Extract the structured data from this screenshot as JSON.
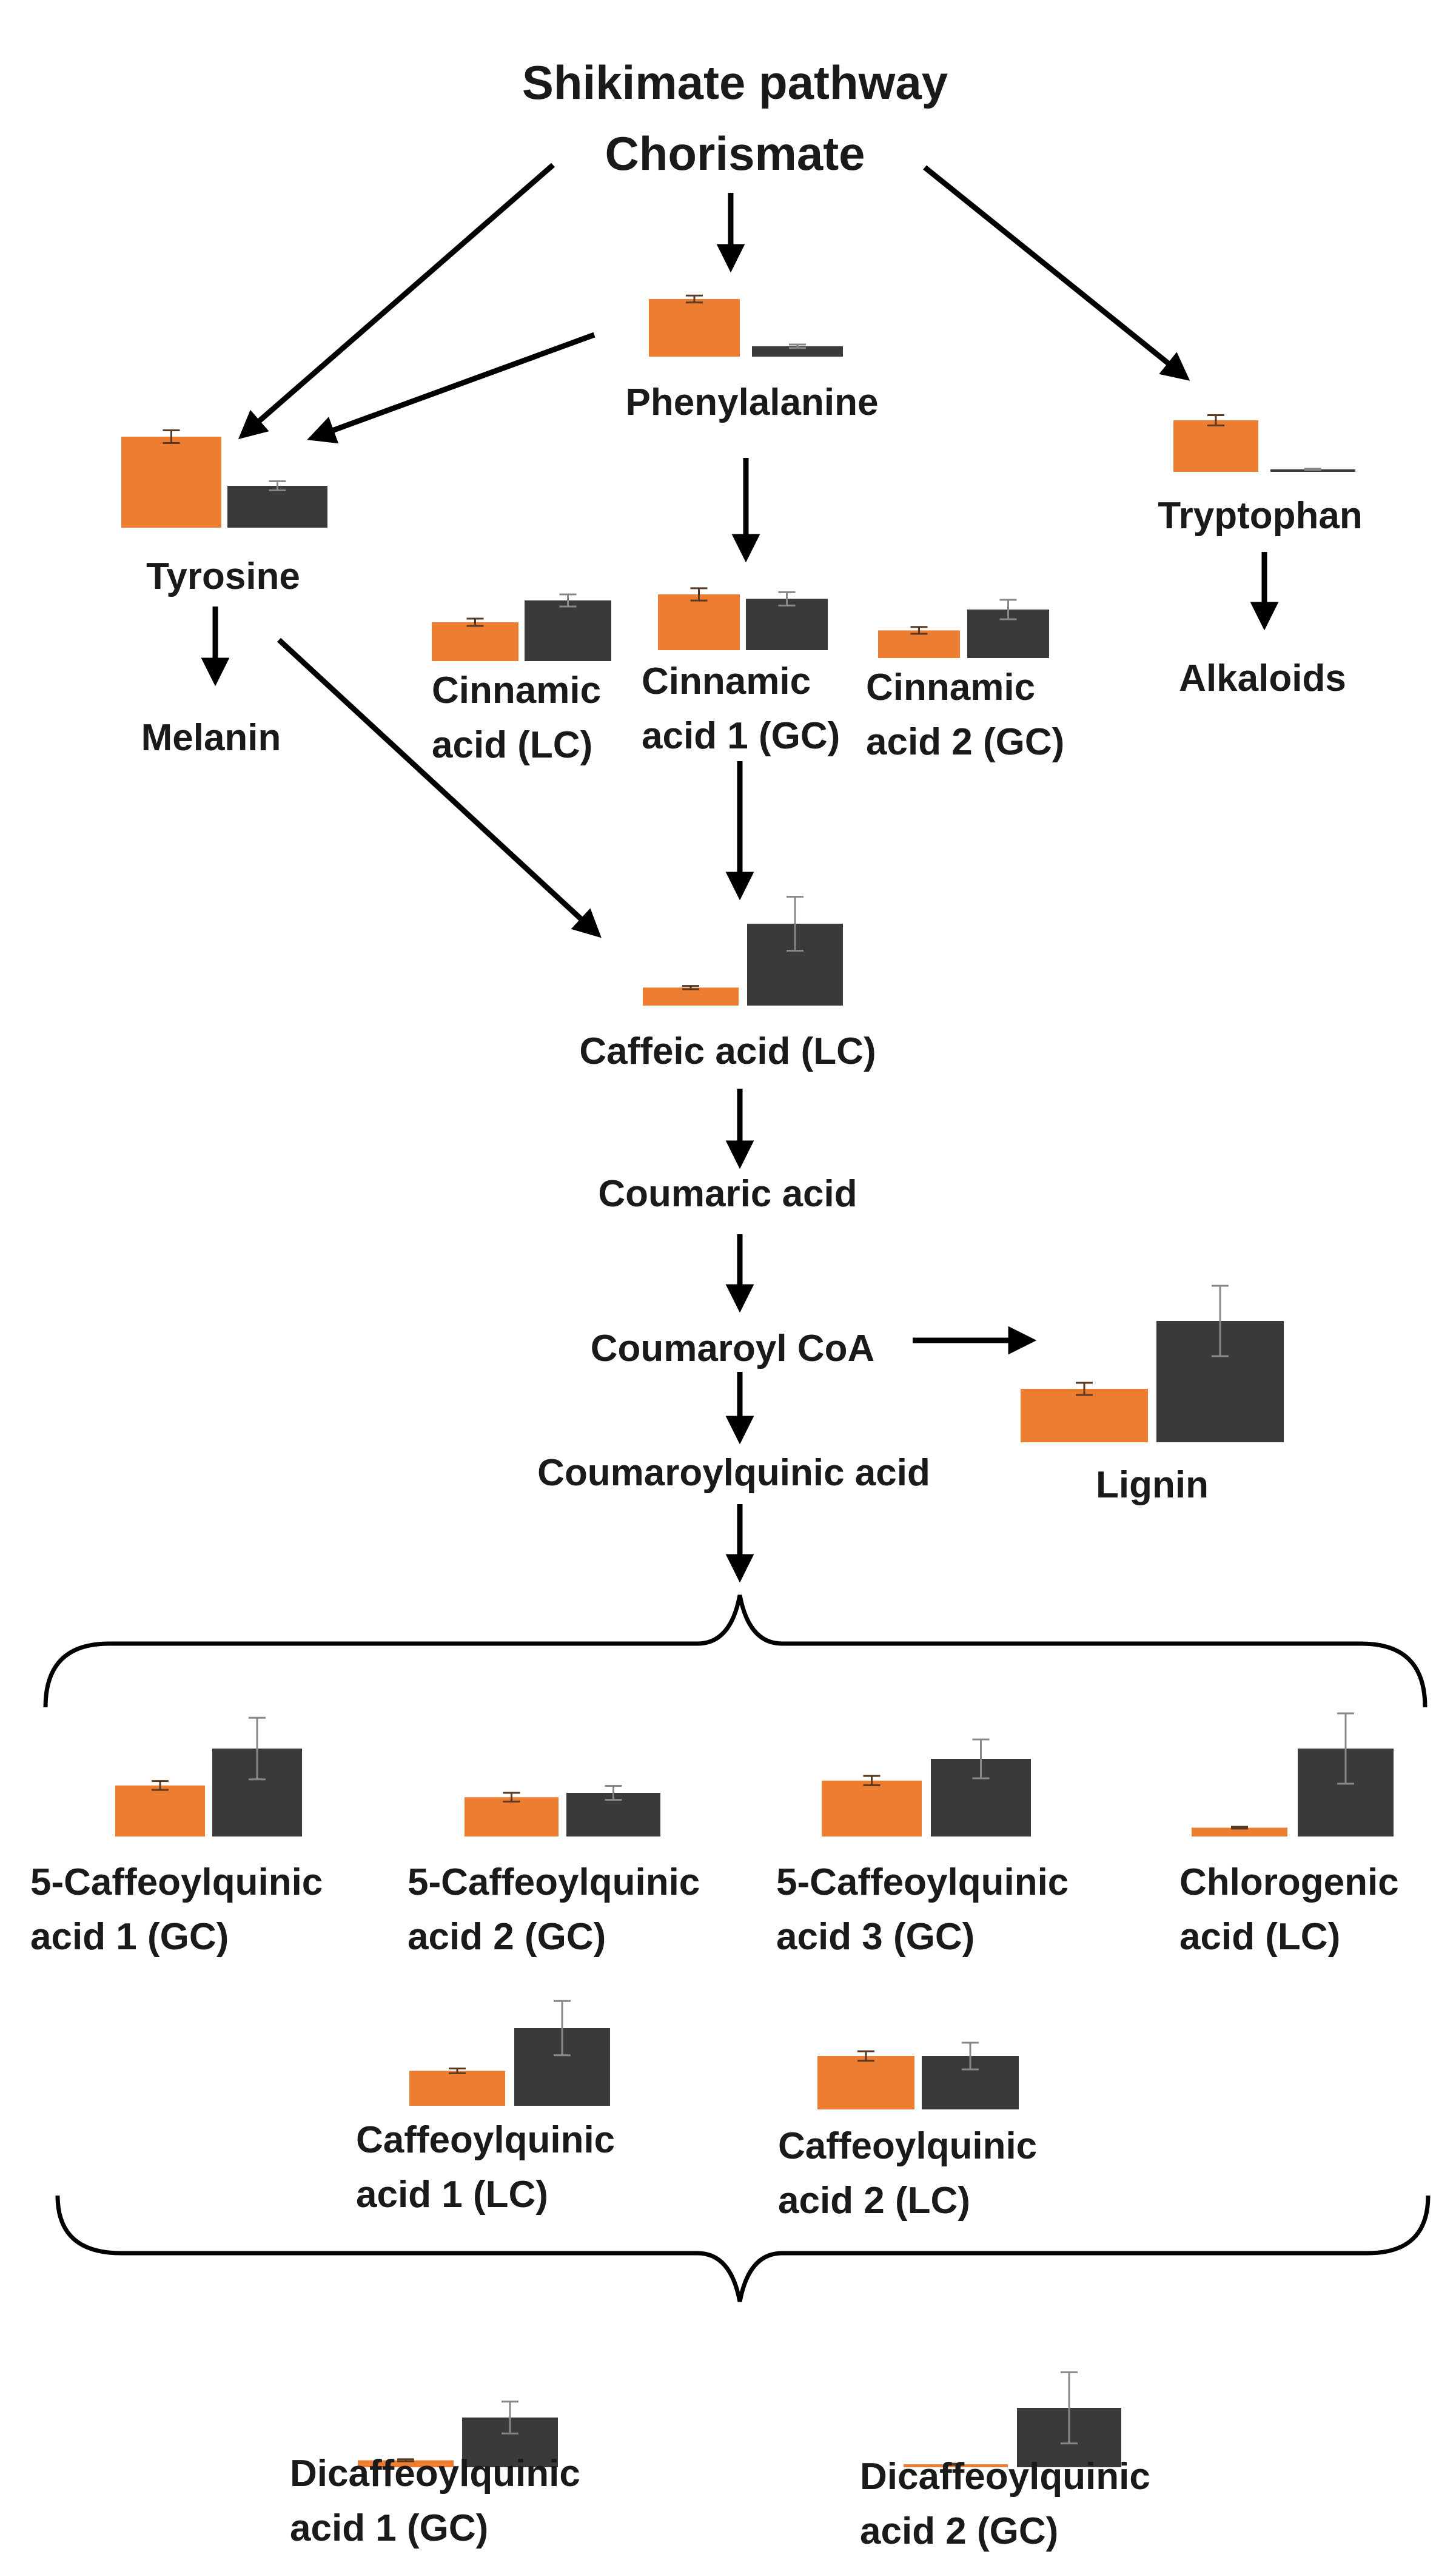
{
  "header": {
    "line1": "Shikimate pathway",
    "line2": "Chorismate"
  },
  "colors": {
    "bar_a": "#ED7D31",
    "bar_b": "#3A3A3A",
    "arrow": "#000000",
    "text": "#1a1a1a"
  },
  "labels": {
    "phenylalanine": "Phenylalanine",
    "tyrosine": "Tyrosine",
    "tryptophan": "Tryptophan",
    "melanin": "Melanin",
    "alkaloids": "Alkaloids",
    "cinnamic_lc_1": "Cinnamic",
    "cinnamic_lc_2": "acid (LC)",
    "cinnamic_gc1_1": "Cinnamic",
    "cinnamic_gc1_2": "acid 1 (GC)",
    "cinnamic_gc2_1": "Cinnamic",
    "cinnamic_gc2_2": "acid 2 (GC)",
    "caffeic": "Caffeic acid (LC)",
    "coumaric": "Coumaric acid",
    "coumaroyl_coa": "Coumaroyl CoA",
    "coumaroylquinic": "Coumaroylquinic acid",
    "lignin": "Lignin",
    "cq5_1_a": "5-Caffeoylquinic",
    "cq5_1_b": "acid 1 (GC)",
    "cq5_2_a": "5-Caffeoylquinic",
    "cq5_2_b": "acid 2 (GC)",
    "cq5_3_a": "5-Caffeoylquinic",
    "cq5_3_b": "acid 3 (GC)",
    "chlorogenic_a": "Chlorogenic",
    "chlorogenic_b": "acid (LC)",
    "cql1_a": "Caffeoylquinic",
    "cql1_b": "acid 1 (LC)",
    "cql2_a": "Caffeoylquinic",
    "cql2_b": "acid 2 (LC)",
    "dcq1_a": "Dicaffeoylquinic",
    "dcq1_b": "acid 1 (GC)",
    "dcq2_a": "Dicaffeoylquinic",
    "dcq2_b": "acid 2 (GC)"
  },
  "chart_data": [
    {
      "type": "bar",
      "metabolite": "Phenylalanine",
      "values": [
        1.0,
        0.18
      ],
      "errors": [
        0.06,
        0.03
      ]
    },
    {
      "type": "bar",
      "metabolite": "Tyrosine",
      "values": [
        1.0,
        0.46
      ],
      "errors": [
        0.07,
        0.05
      ]
    },
    {
      "type": "bar",
      "metabolite": "Tryptophan",
      "values": [
        1.0,
        0.05
      ],
      "errors": [
        0.1,
        0.01
      ]
    },
    {
      "type": "bar",
      "metabolite": "Cinnamic acid (LC)",
      "values": [
        0.64,
        1.0
      ],
      "errors": [
        0.06,
        0.1
      ]
    },
    {
      "type": "bar",
      "metabolite": "Cinnamic acid 1 (GC)",
      "values": [
        1.0,
        0.92
      ],
      "errors": [
        0.11,
        0.12
      ]
    },
    {
      "type": "bar",
      "metabolite": "Cinnamic acid 2 (GC)",
      "values": [
        0.57,
        1.0
      ],
      "errors": [
        0.07,
        0.2
      ]
    },
    {
      "type": "bar",
      "metabolite": "Caffeic acid (LC)",
      "values": [
        0.22,
        1.0
      ],
      "errors": [
        0.02,
        0.33
      ]
    },
    {
      "type": "bar",
      "metabolite": "Lignin",
      "values": [
        0.44,
        1.0
      ],
      "errors": [
        0.05,
        0.29
      ]
    },
    {
      "type": "bar",
      "metabolite": "5-Caffeoylquinic acid 1 (GC)",
      "values": [
        0.58,
        1.0
      ],
      "errors": [
        0.05,
        0.35
      ]
    },
    {
      "type": "bar",
      "metabolite": "5-Caffeoylquinic acid 2 (GC)",
      "values": [
        0.9,
        1.0
      ],
      "errors": [
        0.1,
        0.16
      ]
    },
    {
      "type": "bar",
      "metabolite": "5-Caffeoylquinic acid 3 (GC)",
      "values": [
        0.72,
        1.0
      ],
      "errors": [
        0.06,
        0.25
      ]
    },
    {
      "type": "bar",
      "metabolite": "Chlorogenic acid (LC)",
      "values": [
        0.1,
        1.0
      ],
      "errors": [
        0.01,
        0.4
      ]
    },
    {
      "type": "bar",
      "metabolite": "Caffeoylquinic acid 1 (LC)",
      "values": [
        0.45,
        1.0
      ],
      "errors": [
        0.03,
        0.35
      ]
    },
    {
      "type": "bar",
      "metabolite": "Caffeoylquinic acid 2 (LC)",
      "values": [
        1.0,
        1.0
      ],
      "errors": [
        0.09,
        0.25
      ]
    },
    {
      "type": "bar",
      "metabolite": "Dicaffeoylquinic acid 1 (GC)",
      "values": [
        0.14,
        1.0
      ],
      "errors": [
        0.02,
        0.32
      ]
    },
    {
      "type": "bar",
      "metabolite": "Dicaffeoylquinic acid 2 (GC)",
      "values": [
        0.05,
        1.0
      ],
      "errors": [
        0.01,
        0.6
      ]
    }
  ]
}
